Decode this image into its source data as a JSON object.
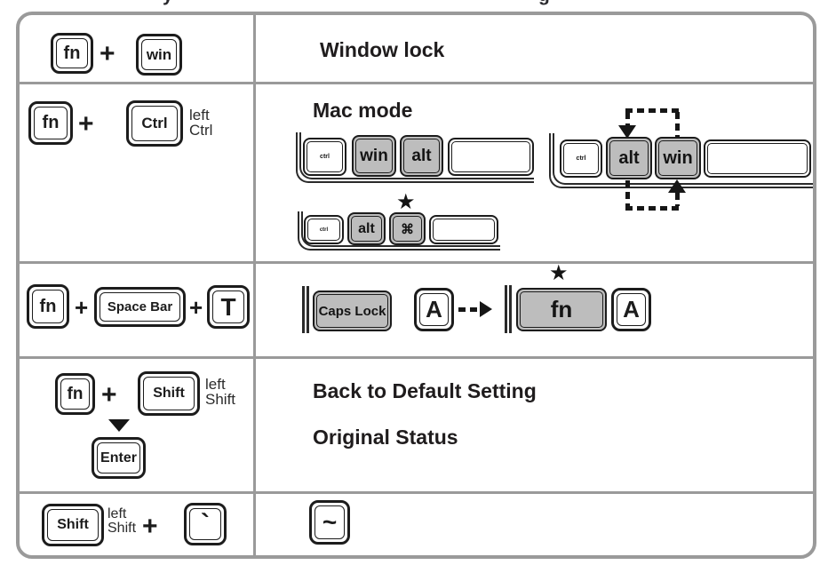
{
  "colors": {
    "table_border": "#9a9a9a",
    "key_gray": "#bdbdbd",
    "ink": "#1d1b1c"
  },
  "clipped_text_fragments": {
    "left": "y",
    "right": "g"
  },
  "rows": [
    {
      "combo": {
        "fn_key": "fn",
        "plus": "+",
        "win_key": "win"
      },
      "result": {
        "title": "Window lock"
      }
    },
    {
      "combo": {
        "fn_key": "fn",
        "plus": "+",
        "ctrl_key": "Ctrl",
        "note_line1": "left",
        "note_line2": "Ctrl"
      },
      "result": {
        "title": "Mac mode",
        "diagram_windows_layout": {
          "ctrl_key": "ctrl",
          "win_key": "win",
          "alt_key": "alt"
        },
        "diagram_mac_layout": {
          "star": "★",
          "ctrl_key": "ctrl",
          "alt_key": "alt",
          "cmd_key": "⌘"
        },
        "diagram_swap": {
          "ctrl_key": "ctrl",
          "alt_key": "alt",
          "win_key": "win"
        }
      }
    },
    {
      "combo": {
        "fn_key": "fn",
        "plus1": "+",
        "space_key": "Space Bar",
        "plus2": "+",
        "t_key": "T"
      },
      "result": {
        "caps_lock_key": "Caps Lock",
        "a_key_before": "A",
        "star": "★",
        "fn_key": "fn",
        "a_key_after": "A"
      }
    },
    {
      "combo": {
        "fn_key": "fn",
        "plus": "+",
        "shift_key": "Shift",
        "note_line1": "left",
        "note_line2": "Shift",
        "enter_key": "Enter"
      },
      "result": {
        "title_line1": "Back to Default Setting",
        "title_line2": "Original Status"
      }
    },
    {
      "combo": {
        "shift_key": "Shift",
        "note_line1": "left",
        "note_line2": "Shift",
        "plus": "+",
        "backtick_key": "`"
      },
      "result": {
        "tilde_key": "~"
      }
    }
  ]
}
